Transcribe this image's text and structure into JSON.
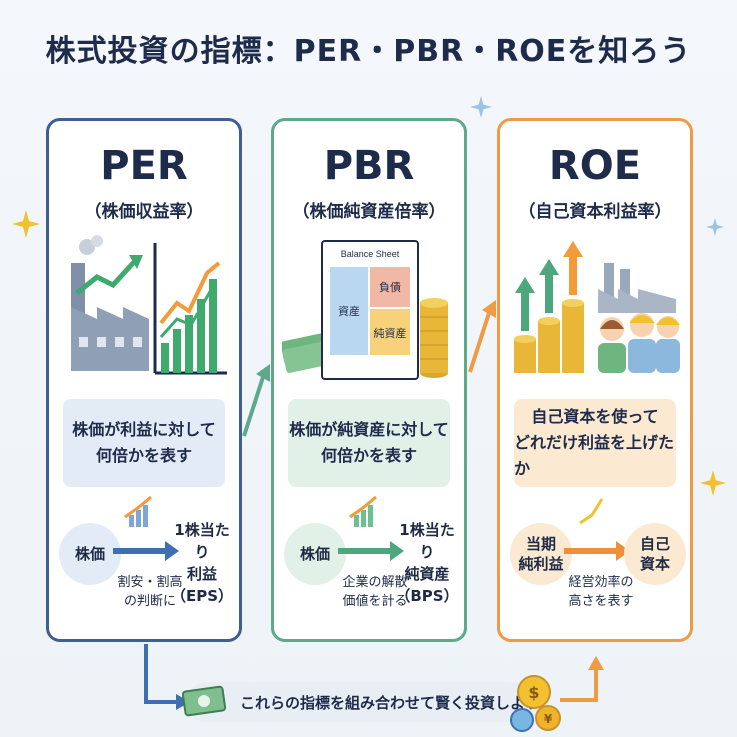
{
  "title": "株式投資の指標：PER・PBR・ROEを知ろう",
  "cards": [
    {
      "abbr": "PER",
      "sub": "（株価収益率）",
      "desc_line1": "株価が利益に対して",
      "desc_line2": "何倍かを表す",
      "left_circle": "株価",
      "right_line1": "1株当たり",
      "right_line2": "利益",
      "right_line3": "（EPS）",
      "note_line1": "割安・割高",
      "note_line2": "の判断に"
    },
    {
      "abbr": "PBR",
      "sub": "（株価純資産倍率）",
      "desc_line1": "株価が純資産に対して",
      "desc_line2": "何倍かを表す",
      "left_circle": "株価",
      "right_line1": "1株当たり",
      "right_line2": "純資産",
      "right_line3": "（BPS）",
      "note_line1": "企業の解散",
      "note_line2": "価値を計る",
      "balance_title": "Balance Sheet",
      "bs_assets": "資産",
      "bs_liabilities": "負債",
      "bs_net_assets": "純資産"
    },
    {
      "abbr": "ROE",
      "sub": "（自己資本利益率）",
      "desc_line1": "自己資本を使って",
      "desc_line2": "どれだけ利益を上げたか",
      "left_line1": "当期",
      "left_line2": "純利益",
      "right_line1": "自己",
      "right_line2": "資本",
      "note_line1": "経営効率の",
      "note_line2": "高さを表す"
    }
  ],
  "footer": "これらの指標を組み合わせて賢く投資しよう",
  "colors": {
    "per": "#3f5f93",
    "pbr": "#5fa98a",
    "roe": "#ee9b45"
  }
}
